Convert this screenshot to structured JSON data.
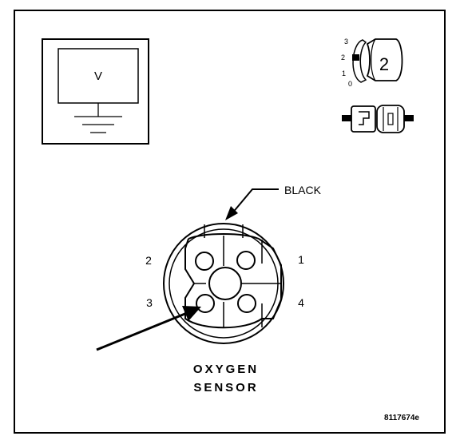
{
  "voltmeter": {
    "symbol": "V"
  },
  "ignition": {
    "positions": [
      "3",
      "2",
      "1",
      "0"
    ],
    "selected": "2"
  },
  "connector": {
    "color_callout": "BLACK",
    "pins": {
      "p1": "1",
      "p2": "2",
      "p3": "3",
      "p4": "4"
    }
  },
  "sensor": {
    "line1": "OXYGEN",
    "line2": "SENSOR"
  },
  "figure_id": "8117674e",
  "colors": {
    "ink": "#000000",
    "paper": "#ffffff"
  }
}
